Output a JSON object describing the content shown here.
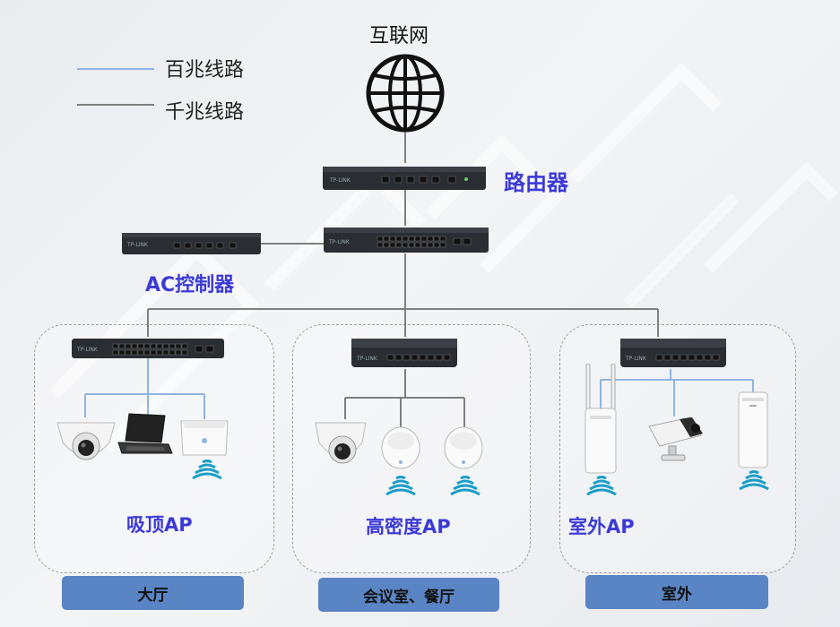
{
  "legend": {
    "fast_line_label": "百兆线路",
    "gigabit_line_label": "千兆线路",
    "fast_line_color": "#8fb4e3",
    "gigabit_line_color": "#808080"
  },
  "nodes": {
    "internet_label": "互联网",
    "router_label": "路由器",
    "ac_label": "AC控制器",
    "device_brand": "TP-LINK"
  },
  "zones": [
    {
      "ap_label": "吸顶AP",
      "area_label": "大厅"
    },
    {
      "ap_label": "高密度AP",
      "area_label": "会议室、餐厅"
    },
    {
      "ap_label": "室外AP",
      "area_label": "室外"
    }
  ],
  "colors": {
    "accent_text": "#3d3ad6",
    "area_tag": "#5a85c4"
  }
}
